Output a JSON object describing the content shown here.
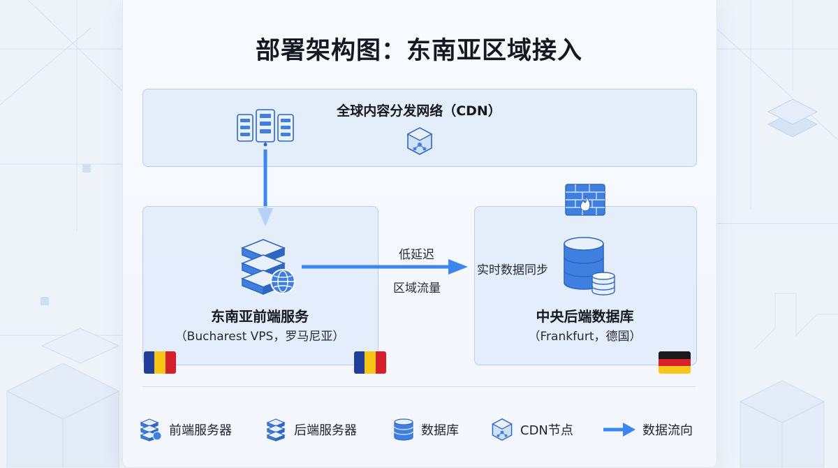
{
  "title": "部署架构图：东南亚区域接入",
  "cdn": {
    "label": "全球内容分发网络（CDN）",
    "icons": [
      "server-rack-icon",
      "cdn-node-icon"
    ]
  },
  "frontend": {
    "name": "东南亚前端服务",
    "location": "（Bucharest VPS，罗马尼亚）",
    "icon": "frontend-server-globe-icon",
    "flags": [
      "romania-flag",
      "romania-flag"
    ]
  },
  "backend": {
    "name": "中央后端数据库",
    "location": "（Frankfurt，德国）",
    "icon": "database-icon",
    "firewall_icon": "firewall-icon",
    "flag": "germany-flag"
  },
  "connection": {
    "label_top": "低延迟",
    "label_bottom": "区域流量",
    "sync_label": "实时数据同步"
  },
  "legend": [
    {
      "icon": "frontend-server-icon",
      "label": "前端服务器"
    },
    {
      "icon": "backend-server-icon",
      "label": "后端服务器"
    },
    {
      "icon": "database-icon",
      "label": "数据库"
    },
    {
      "icon": "cdn-node-icon",
      "label": "CDN节点"
    },
    {
      "icon": "arrow-right-icon",
      "label": "数据流向"
    }
  ],
  "colors": {
    "accent": "#3d86ef",
    "panel_border": "#bccfea",
    "panel_fill": "#dfeafa",
    "icon_blue": "#3f7fe0",
    "icon_light": "#cfe0f8"
  }
}
